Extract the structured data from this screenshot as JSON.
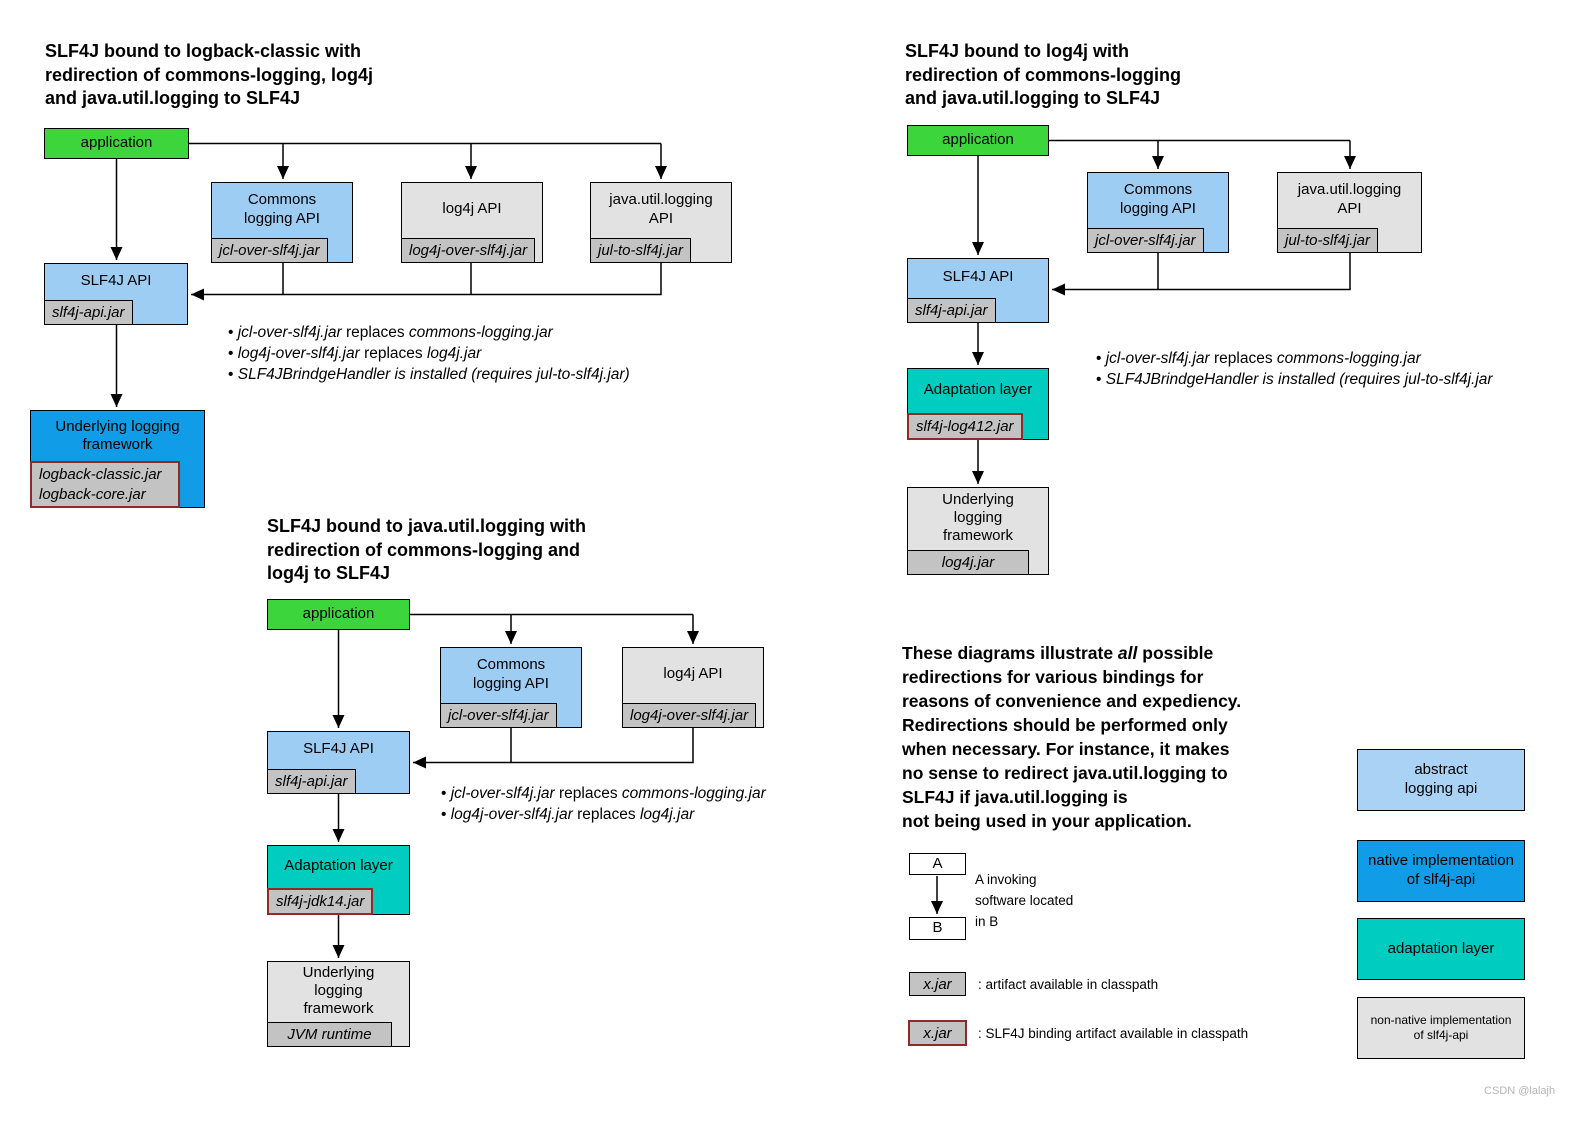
{
  "palette": {
    "application_green": "#3cd63c",
    "abstract_api_blue": "#9ecdf3",
    "native_impl_blue": "#119ce8",
    "adaptation_teal": "#00ccbf",
    "non_native_gray": "#e2e2e2",
    "jar_gray": "#c3c3c3",
    "binding_border_red": "#8e2a2a",
    "white": "#ffffff"
  },
  "diagram_logback": {
    "title": "SLF4J bound to logback-classic with\nredirection of commons-logging, log4j\nand java.util.logging to SLF4J",
    "application": "application",
    "commons": {
      "label": "Commons\nlogging API",
      "jar": "jcl-over-slf4j.jar"
    },
    "log4j_api": {
      "label": "log4j API",
      "jar": "log4j-over-slf4j.jar"
    },
    "jul_api": {
      "label": "java.util.logging\nAPI",
      "jar": "jul-to-slf4j.jar"
    },
    "slf4j": {
      "label": "SLF4J API",
      "jar": "slf4j-api.jar"
    },
    "underlying": {
      "label": "Underlying logging\nframework",
      "jar": "logback-classic.jar\nlogback-core.jar"
    },
    "bullets": [
      {
        "a": "jcl-over-slf4j.jar",
        "b": " replaces ",
        "c": "commons-logging.jar"
      },
      {
        "a": "log4j-over-slf4j.jar",
        "b": " replaces ",
        "c": "log4j.jar"
      },
      {
        "a": "SLF4JBrindgeHandler is installed (requires jul-to-slf4j.jar)",
        "b": "",
        "c": ""
      }
    ]
  },
  "diagram_log4j": {
    "title": "SLF4J bound to log4j with\nredirection of commons-logging\nand java.util.logging to SLF4J",
    "application": "application",
    "commons": {
      "label": "Commons\nlogging API",
      "jar": "jcl-over-slf4j.jar"
    },
    "jul_api": {
      "label": "java.util.logging\nAPI",
      "jar": "jul-to-slf4j.jar"
    },
    "slf4j": {
      "label": "SLF4J API",
      "jar": "slf4j-api.jar"
    },
    "adaptation": {
      "label": "Adaptation layer",
      "jar": "slf4j-log412.jar"
    },
    "underlying": {
      "label": "Underlying\nlogging\nframework",
      "jar": "log4j.jar"
    },
    "bullets": [
      {
        "a": "jcl-over-slf4j.jar",
        "b": " replaces ",
        "c": "commons-logging.jar"
      },
      {
        "a": "SLF4JBrindgeHandler is installed (requires jul-to-slf4j.jar",
        "b": "",
        "c": ""
      }
    ]
  },
  "diagram_jul": {
    "title": "SLF4J bound to java.util.logging with\nredirection of commons-logging and\nlog4j to SLF4J",
    "application": "application",
    "commons": {
      "label": "Commons\nlogging API",
      "jar": "jcl-over-slf4j.jar"
    },
    "log4j_api": {
      "label": "log4j API",
      "jar": "log4j-over-slf4j.jar"
    },
    "slf4j": {
      "label": "SLF4J API",
      "jar": "slf4j-api.jar"
    },
    "adaptation": {
      "label": "Adaptation layer",
      "jar": "slf4j-jdk14.jar"
    },
    "underlying": {
      "label": "Underlying\nlogging\nframework",
      "jar": "JVM runtime"
    },
    "bullets": [
      {
        "a": "jcl-over-slf4j.jar",
        "b": " replaces ",
        "c": "commons-logging.jar"
      },
      {
        "a": "log4j-over-slf4j.jar",
        "b": " replaces ",
        "c": "log4j.jar"
      }
    ]
  },
  "note": {
    "pre": "These diagrams illustrate ",
    "em": "all",
    "post": " possible\nredirections for various bindings for\nreasons of convenience and expediency.\nRedirections should be performed only\nwhen necessary. For instance, it makes\nno sense to redirect java.util.logging to\nSLF4J if java.util.logging is\nnot being used in your application."
  },
  "legend": {
    "a": "A",
    "b": "B",
    "ab_caption": "A invoking\nsoftware located\nin B",
    "xjar": "x.jar",
    "xjar_caption": ": artifact available in classpath",
    "xjar_binding": "x.jar",
    "xjar_binding_caption": ": SLF4J binding artifact available in classpath",
    "colors": [
      {
        "label": "abstract\nlogging api",
        "color": "#aad2f4"
      },
      {
        "label": "native implementation\nof slf4j-api",
        "color": "#119ce8"
      },
      {
        "label": "adaptation layer",
        "color": "#00ccbf"
      },
      {
        "label": "non-native implementation\nof slf4j-api",
        "color": "#e2e2e2"
      }
    ]
  },
  "watermark": "CSDN @lalajh"
}
